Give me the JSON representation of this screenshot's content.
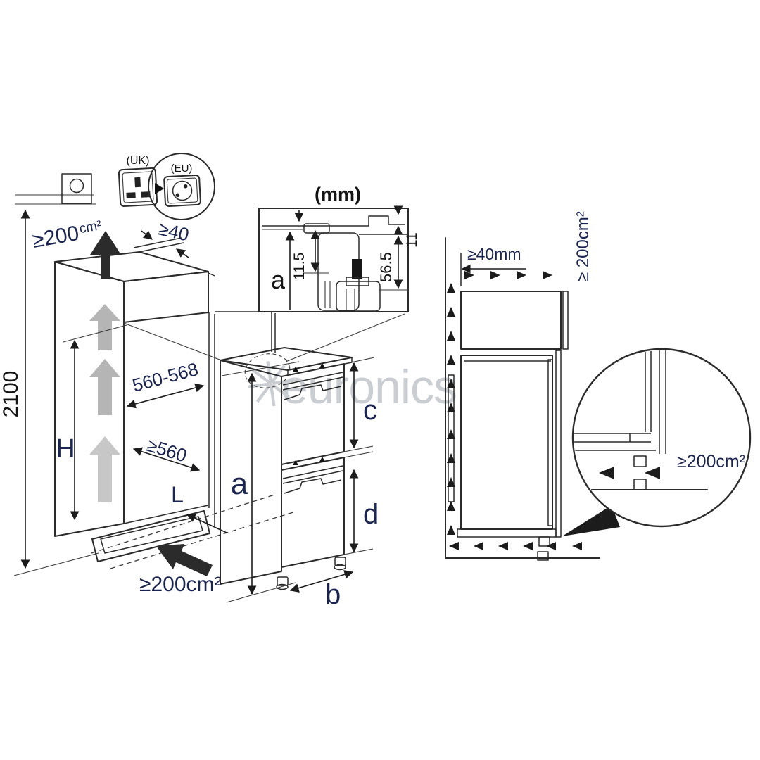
{
  "watermark": {
    "star_icon": "✳",
    "brand": "euronics"
  },
  "power_sockets": {
    "uk_label": "(UK)",
    "eu_label": "(EU)"
  },
  "top_detail": {
    "title": "(mm)",
    "height_ref": "a",
    "dim_inner": "11.5",
    "dim_outer": "56.5",
    "dim_step": "11"
  },
  "niche": {
    "total_height": "2100",
    "top_vent_value": "≥200",
    "top_vent_unit": "cm²",
    "top_gap": "≥40",
    "width_range": "560-568",
    "min_depth": "≥560",
    "height_label": "H",
    "plinth_label": "L",
    "bottom_vent": "≥200cm²"
  },
  "appliance": {
    "height": "a",
    "depth": "b",
    "upper_door": "c",
    "lower_door": "d"
  },
  "side_view": {
    "rear_gap": "≥40mm",
    "top_vent": "≥ 200cm²"
  },
  "base_detail": {
    "vent": "≥200cm²"
  }
}
